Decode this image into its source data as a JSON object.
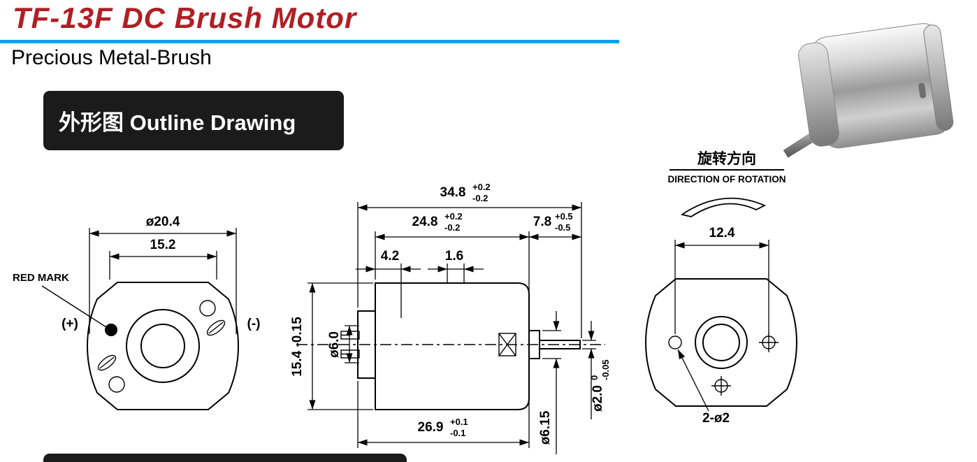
{
  "page": {
    "title": "TF-13F DC Brush Motor",
    "subtitle": "Precious Metal-Brush",
    "accent_color": "#b01f24",
    "rule_color": "#00a0e9"
  },
  "outline_section": {
    "heading": "外形图 Outline Drawing"
  },
  "rotation": {
    "label_cn": "旋转方向",
    "label_en": "DIRECTION OF ROTATION"
  },
  "front_view": {
    "red_mark_label": "RED MARK",
    "positive_terminal": "(+)",
    "negative_terminal": "(-)",
    "dim_outer_diameter": "ø20.4",
    "dim_terminal_spacing": "15.2"
  },
  "side_view": {
    "dim_total_length": {
      "value": "34.8",
      "tol_plus": "+0.2",
      "tol_minus": "-0.2"
    },
    "dim_body_length": {
      "value": "24.8",
      "tol_plus": "+0.2",
      "tol_minus": "-0.2"
    },
    "dim_shaft_length": {
      "value": "7.8",
      "tol_plus": "+0.5",
      "tol_minus": "-0.5"
    },
    "dim_endcap": "4.2",
    "dim_step": "1.6",
    "dim_body_height": "15.4 -0.15",
    "dim_terminal_circle": "ø6.0",
    "dim_case_length": {
      "value": "26.9",
      "tol_plus": "+0.1",
      "tol_minus": "-0.1"
    },
    "dim_bushing_diameter": "ø6.15",
    "dim_shaft_diameter": {
      "value": "ø2.0",
      "tol_plus": "0",
      "tol_minus": "-0.05"
    }
  },
  "rear_view": {
    "dim_hole_spacing": "12.4",
    "dim_mounting_holes": "2-ø2"
  }
}
